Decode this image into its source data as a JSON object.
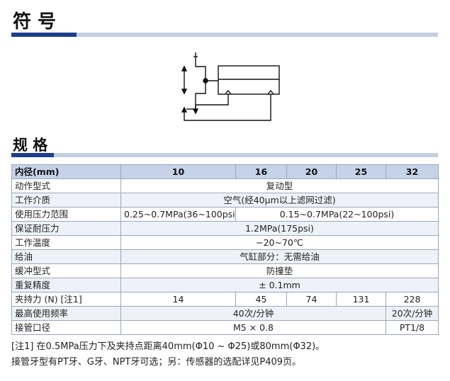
{
  "section_symbol": {
    "title": "符 号"
  },
  "section_spec": {
    "title": "规 格"
  },
  "table": {
    "header": [
      "内径(mm)",
      "10",
      "16",
      "20",
      "25",
      "32"
    ],
    "rows": [
      {
        "label": "动作型式",
        "cells": [
          "复动型"
        ]
      },
      {
        "label": "工作介质",
        "cells": [
          "空气(经40μm以上滤网过滤)"
        ]
      },
      {
        "label": "使用压力范围",
        "cells": [
          "0.25~0.7MPa(36~100psi)",
          "0.15~0.7MPa(22~100psi)"
        ]
      },
      {
        "label": "保证耐压力",
        "cells": [
          "1.2MPa(175psi)"
        ]
      },
      {
        "label": "工作温度",
        "cells": [
          "−20~70℃"
        ]
      },
      {
        "label": "给油",
        "cells": [
          "气缸部分：无需给油"
        ]
      },
      {
        "label": "缓冲型式",
        "cells": [
          "防撞垫"
        ]
      },
      {
        "label": "重复精度",
        "cells": [
          "± 0.1mm"
        ]
      },
      {
        "label": "夹持力 (N) [注1]",
        "cells": [
          "14",
          "45",
          "74",
          "131",
          "228"
        ]
      },
      {
        "label": "最高使用频率",
        "cells": [
          "40次/分钟",
          "20次/分钟"
        ]
      },
      {
        "label": "接管口径",
        "cells": [
          "M5 × 0.8",
          "PT1/8"
        ]
      }
    ]
  },
  "notes": {
    "line1": "[注1] 在0.5MPa压力下及夹持点距离40mm(Φ10 ~ Φ25)或80mm(Φ32)。",
    "line2": "接管牙型有PT牙、G牙、NPT牙可选；另：传感器的选配详见P409页。"
  },
  "colors": {
    "accent": "#1c3e8e",
    "accent_light": "#c3cfe3",
    "header_fill": "#c6d2e8"
  }
}
